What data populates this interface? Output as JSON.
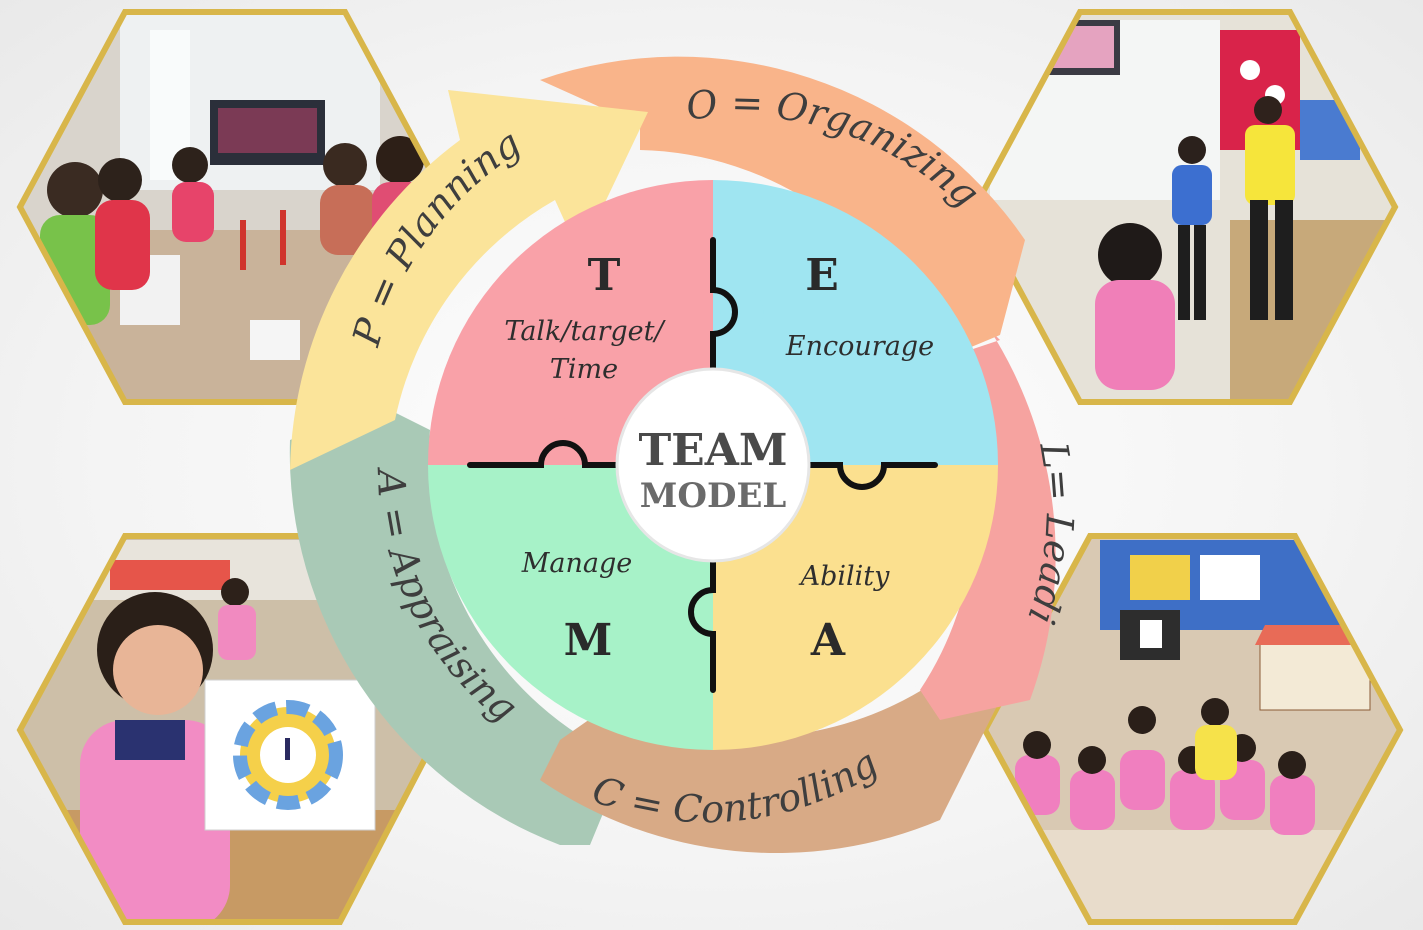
{
  "center": {
    "line1": "TEAM",
    "line2": "MODEL"
  },
  "puzzle": [
    {
      "letter": "T",
      "words": [
        "Talk/target/",
        "Time"
      ],
      "color": "#f9a1a8"
    },
    {
      "letter": "E",
      "words": [
        "Encourage"
      ],
      "color": "#9fe5f1"
    },
    {
      "letter": "M",
      "words": [
        "Manage"
      ],
      "color": "#a7f2c8"
    },
    {
      "letter": "A",
      "words": [
        "Ability"
      ],
      "color": "#fbe08f"
    }
  ],
  "cycle": [
    {
      "label": "P = Planning",
      "color": "#fbe49a"
    },
    {
      "label": "O = Organizing",
      "color": "#f9b48a"
    },
    {
      "label": "L= Leading",
      "color": "#f6a3a0"
    },
    {
      "label": "C = Controlling",
      "color": "#d8aa86"
    },
    {
      "label": "A = Appraising",
      "color": "#a9c9b6"
    }
  ],
  "photos": [
    {
      "caption": "",
      "icon": "classroom-meeting-photo"
    },
    {
      "caption": "",
      "icon": "teacher-whiteboard-photo"
    },
    {
      "caption": "",
      "icon": "student-wheel-card-photo"
    },
    {
      "caption": "",
      "icon": "group-class-photo"
    }
  ],
  "colors": {
    "text": "#3e3e3e",
    "hexBorder": "#d8b64a"
  }
}
